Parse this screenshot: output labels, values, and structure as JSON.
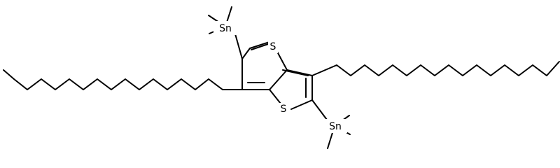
{
  "molecule": {
    "atoms": {
      "sn_top": "Sn",
      "sn_bottom": "Sn",
      "s_top": "S",
      "s_bottom": "S"
    },
    "colors": {
      "bond": "#000000",
      "background": "#ffffff",
      "label": "#000000"
    }
  }
}
